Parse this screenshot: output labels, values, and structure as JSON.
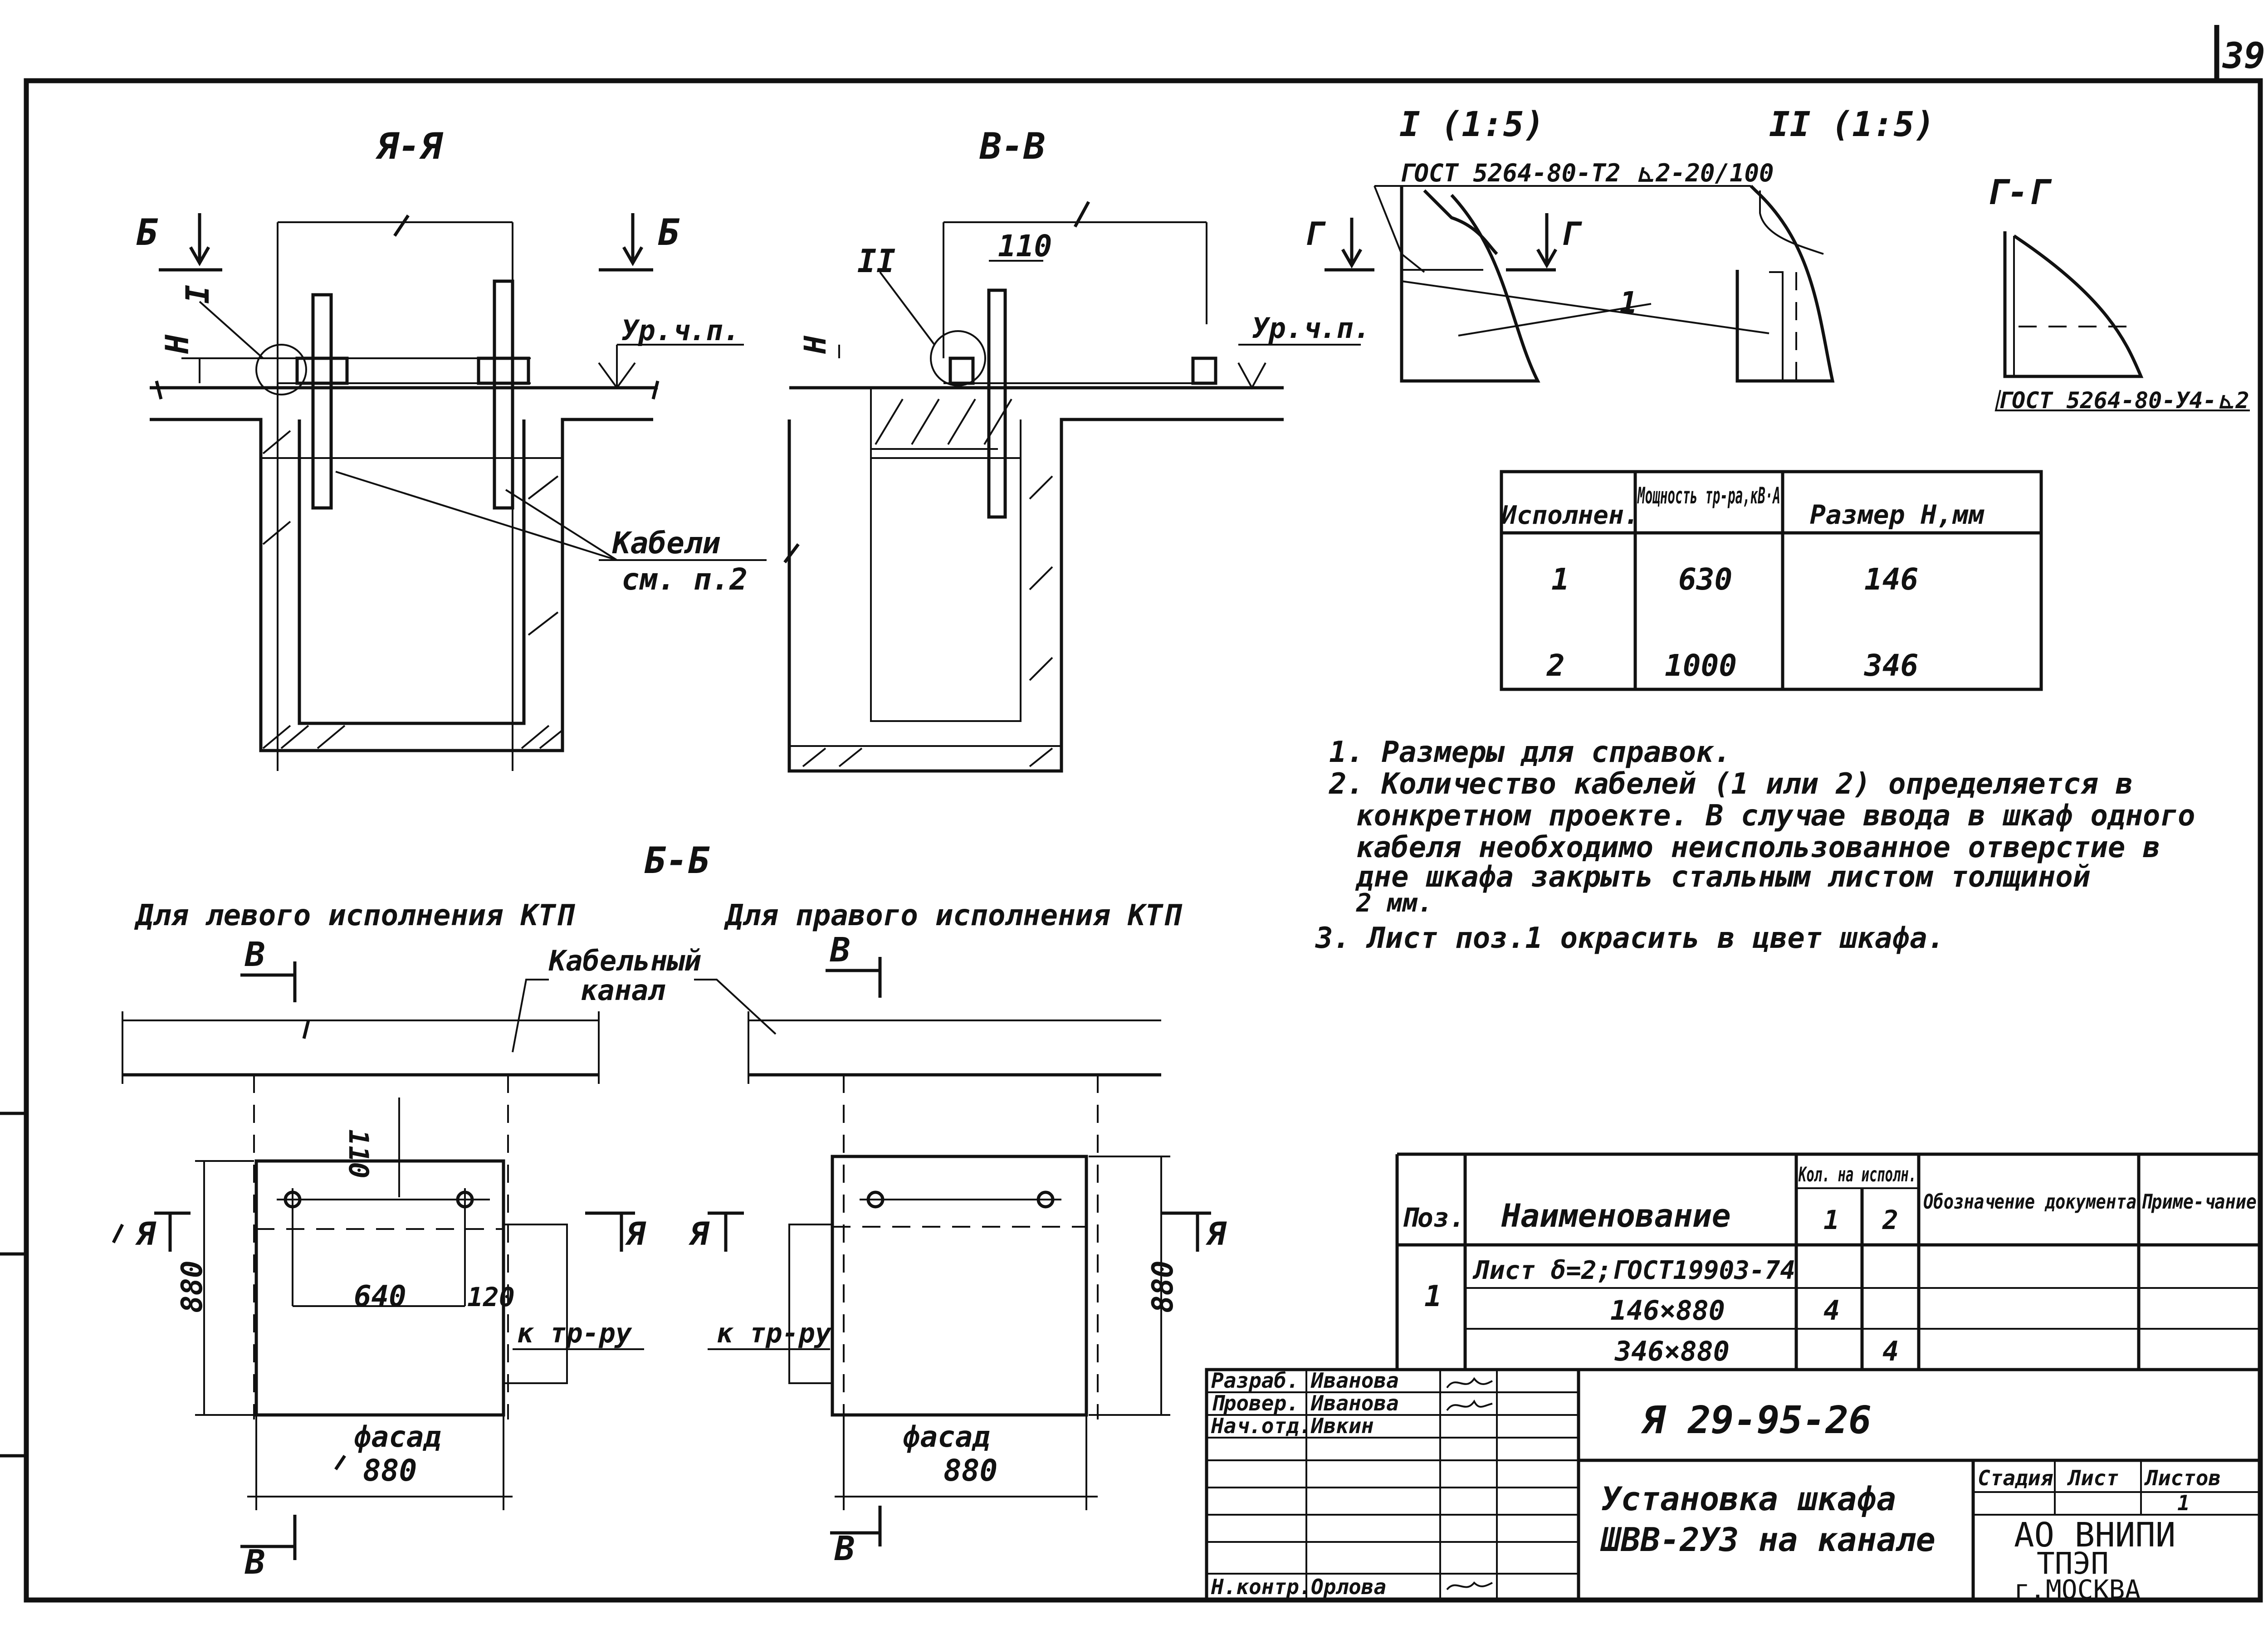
{
  "sheet_number": "39",
  "sections": {
    "a_a": "Я-Я",
    "b_b_section": "В-В",
    "g_g": "Г-Г",
    "detail_1": "I (1:5)",
    "detail_2": "II (1:5)",
    "plan": "Б-Б"
  },
  "marks": {
    "b": "Б",
    "g": "Г",
    "v": "В",
    "a": "Я",
    "roman1": "I",
    "roman2": "II",
    "h": "Н",
    "item1": "1",
    "floor_level": "Ур.ч.п.",
    "cables": [
      "Кабели",
      "см. п.2"
    ],
    "cable_channel": [
      "Кабельный",
      "канал"
    ],
    "facade": "фасад",
    "to_transformer": "к тр-ру",
    "gost_weld_top": "ГОСТ 5264-80-Т2 ⊾2-20/100",
    "gost_weld_side": "ГОСТ 5264-80-У4-⊾2"
  },
  "dimensions": {
    "d110": "110",
    "d640": "640",
    "d120": "120",
    "d880": "880"
  },
  "plan_captions": {
    "left": "Для левого исполнения КТП",
    "right": "Для правого исполнения КТП"
  },
  "exec_table": {
    "headers": [
      "Исполнен.",
      "Мощность тр-ра,кВ·А",
      "Размер Н,мм"
    ],
    "rows": [
      [
        "1",
        "630",
        "146"
      ],
      [
        "2",
        "1000",
        "346"
      ]
    ]
  },
  "notes": [
    "1. Размеры для справок.",
    "2. Количество кабелей (1 или 2) определяется в",
    "конкретном проекте. В случае ввода в шкаф одного",
    "кабеля необходимо неиспользованное отверстие в",
    "дне шкафа закрыть стальным листом толщиной",
    "2 мм.",
    "3. Лист поз.1 окрасить в цвет шкафа."
  ],
  "spec_table": {
    "headers": {
      "pos": "Поз.",
      "name": "Наименование",
      "qty": "Кол. на исполн.",
      "qty1": "1",
      "qty2": "2",
      "doc": "Обозначение документа",
      "note": "Приме-чание"
    },
    "rows": [
      {
        "pos": "1",
        "name": "Лист δ=2;ГОСТ19903-74",
        "q1": "",
        "q2": ""
      },
      {
        "pos": "",
        "name": "146×880",
        "q1": "4",
        "q2": ""
      },
      {
        "pos": "",
        "name": "346×880",
        "q1": "",
        "q2": "4"
      }
    ]
  },
  "title_block": {
    "roles": [
      "Разраб.",
      "Провер.",
      "Нач.отд.",
      "Н.контр."
    ],
    "names": [
      "Иванова",
      "Иванова",
      "Ивкин",
      "Орлова"
    ],
    "drawing_code": "Я 29-95-26",
    "title_line1": "Установка шкафа",
    "title_line2": "ШВВ-2У3 на канале",
    "stage_label": "Стадия",
    "sheet_label": "Лист",
    "sheets_label": "Листов",
    "sheets_value": "1",
    "org_line1": "АО ВНИПИ",
    "org_line2": "ТПЭП",
    "org_line3": "г.МОСКВА"
  }
}
